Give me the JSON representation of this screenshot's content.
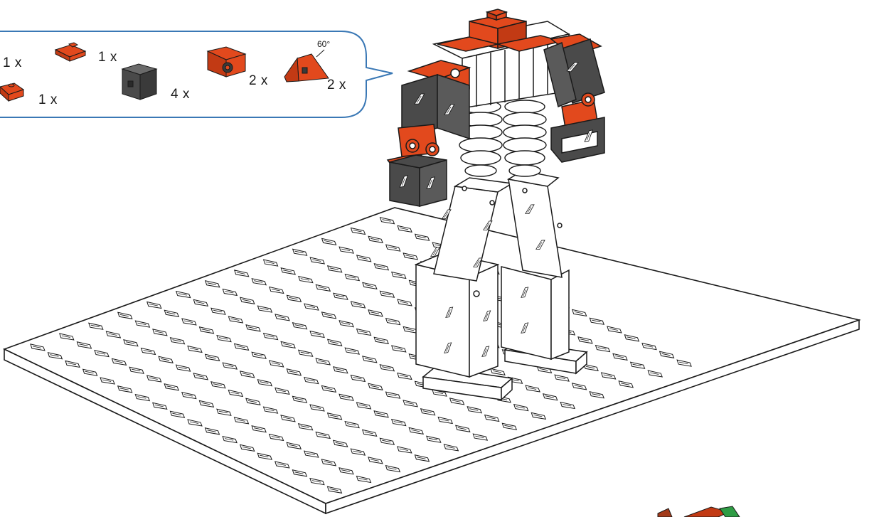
{
  "parts_callout": {
    "items": [
      {
        "part": "red-flat-plate",
        "qty": "1 x"
      },
      {
        "part": "red-flat-plate-small",
        "qty": "1 x"
      },
      {
        "part": "red-base-plate",
        "qty": "1 x"
      },
      {
        "part": "dark-grey-building-block",
        "qty": "4 x"
      },
      {
        "part": "red-joint-block",
        "qty": "2 x"
      },
      {
        "part": "red-angle-block",
        "qty": "2 x",
        "angle": "60°"
      }
    ]
  },
  "colors": {
    "part_red": "#e2491d",
    "part_dark": "#4a4a4a",
    "callout_border": "#3a78b5",
    "line": "#1a1a1a",
    "base_plate": "#ffffff"
  }
}
